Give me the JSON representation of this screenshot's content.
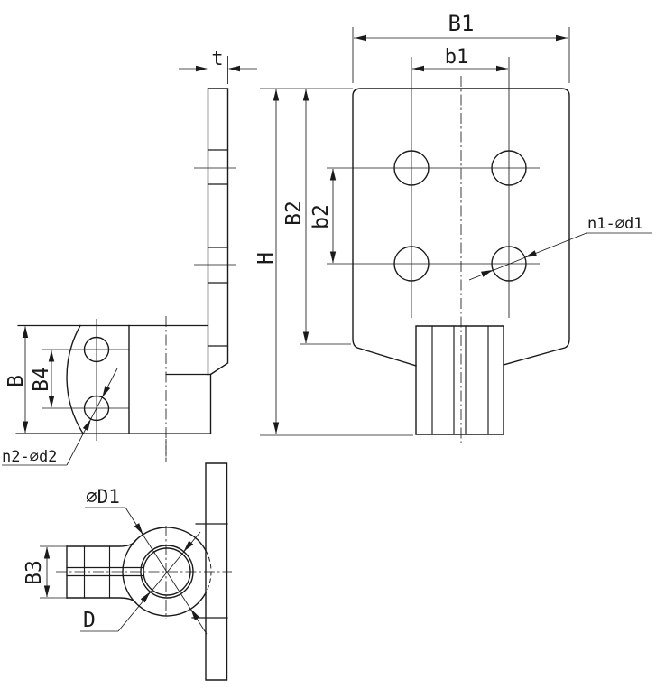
{
  "drawing_labels": {
    "front_view": {
      "overall_width": "B1",
      "hole_span_width": "b1",
      "pad_height": "B2",
      "hole_span_height": "b2",
      "total_height": "H",
      "hole_callout": "n1-∅d1"
    },
    "side_view": {
      "thickness": "t"
    },
    "left_view": {
      "body_height": "B",
      "hole_spacing": "B4",
      "hole_callout": "n2-∅d2"
    },
    "bottom_view": {
      "slot_width": "B3",
      "boss_diameter": "∅D1",
      "bore_diameter": "D"
    }
  },
  "colors": {
    "line": "#1a1a1a",
    "background": "#ffffff"
  }
}
